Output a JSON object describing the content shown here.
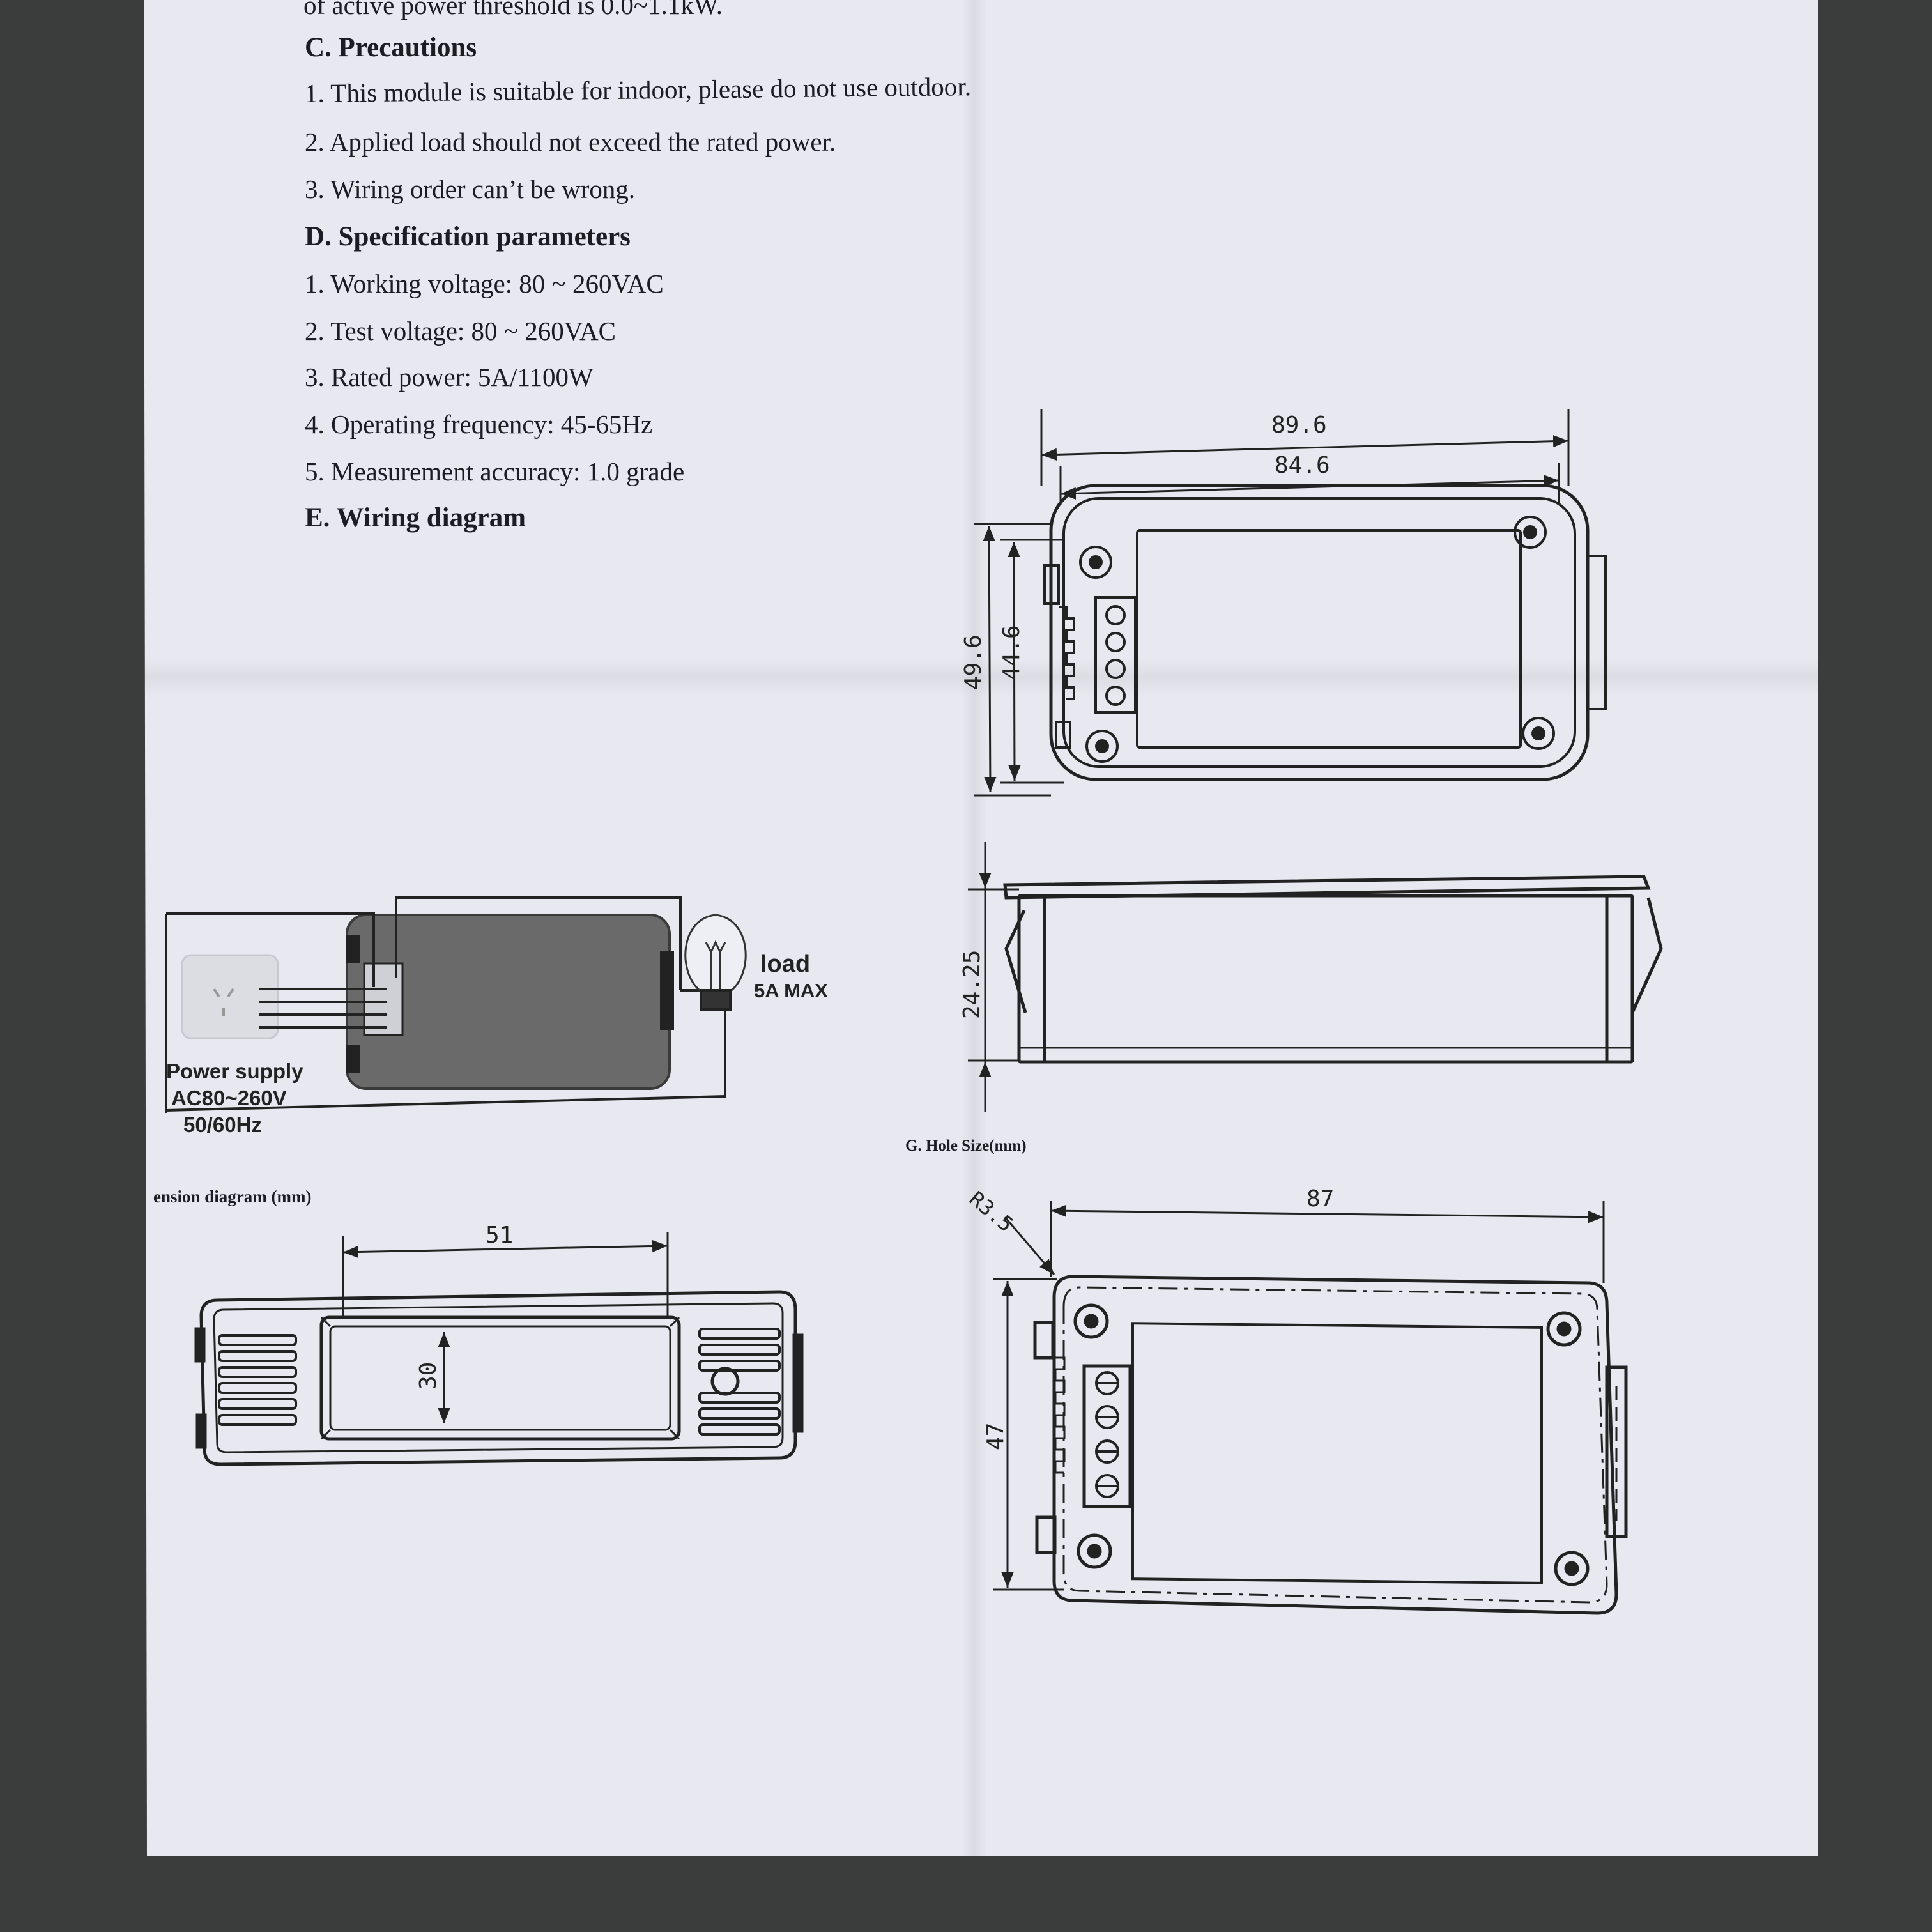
{
  "document": {
    "top_cut_line": "of active power threshold is 0.0~1.1kW.",
    "section_c": {
      "heading": "C. Precautions",
      "items": [
        "1. This module is suitable for indoor, please do not use outdoor.",
        "2. Applied load should not exceed the rated power.",
        "3. Wiring order can’t be wrong."
      ]
    },
    "section_d": {
      "heading": "D. Specification parameters",
      "items": [
        "1. Working voltage: 80 ~ 260VAC",
        "2. Test voltage: 80 ~ 260VAC",
        "3. Rated power: 5A/1100W",
        "4. Operating frequency: 45-65Hz",
        "5. Measurement accuracy: 1.0 grade"
      ]
    },
    "section_e": {
      "heading": "E. Wiring diagram"
    },
    "wiring": {
      "load_label": "load",
      "load_rating": "5A MAX",
      "supply_line1": "Power supply",
      "supply_line2": "AC80~260V",
      "supply_line3": "50/60Hz"
    },
    "dimension_title": "ension diagram (mm)",
    "hole_title": "G. Hole Size(mm)",
    "dimensions": {
      "top_width_outer": "89.6",
      "top_width_inner": "84.6",
      "top_height_outer": "49.6",
      "top_height_inner": "44.6",
      "side_height": "24.25",
      "front_width": "51",
      "front_height": "30",
      "hole_width": "87",
      "hole_height": "47",
      "hole_radius": "R3.5"
    }
  }
}
